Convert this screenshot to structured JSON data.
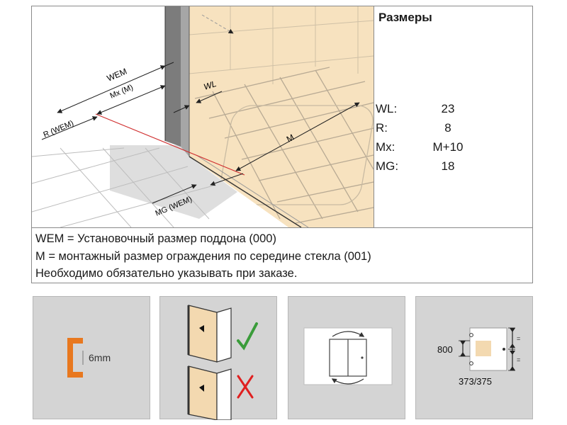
{
  "dimensions": {
    "title": "Размеры",
    "rows": [
      {
        "key": "WL:",
        "value": "23"
      },
      {
        "key": "R:",
        "value": "8"
      },
      {
        "key": "Mx:",
        "value": "M+10"
      },
      {
        "key": "MG:",
        "value": "18"
      }
    ]
  },
  "drawing": {
    "labels": {
      "wem": "WEM",
      "mx": "Mx (M)",
      "r": "R (WEM)",
      "wl": "WL",
      "m": "M",
      "mg": "MG (WEM)"
    }
  },
  "notes": [
    "WEM = Установочный размер поддона (000)",
    "M = монтажный размер ограждения по середине стекла (001)",
    "Необходимо обязательно указывать при заказе."
  ],
  "icons": {
    "glass_thickness": {
      "label": "6mm",
      "icon": "glass-profile-icon",
      "color": "#e8781f"
    },
    "door_orientation": {
      "icon": "door-orientation-icon",
      "correct_color": "#3a9c3a",
      "wrong_color": "#e02020"
    },
    "door_swing": {
      "icon": "door-swing-icon"
    },
    "handle_height": {
      "height_label": "800",
      "width_label": "373/375",
      "icon": "handle-height-icon"
    }
  }
}
